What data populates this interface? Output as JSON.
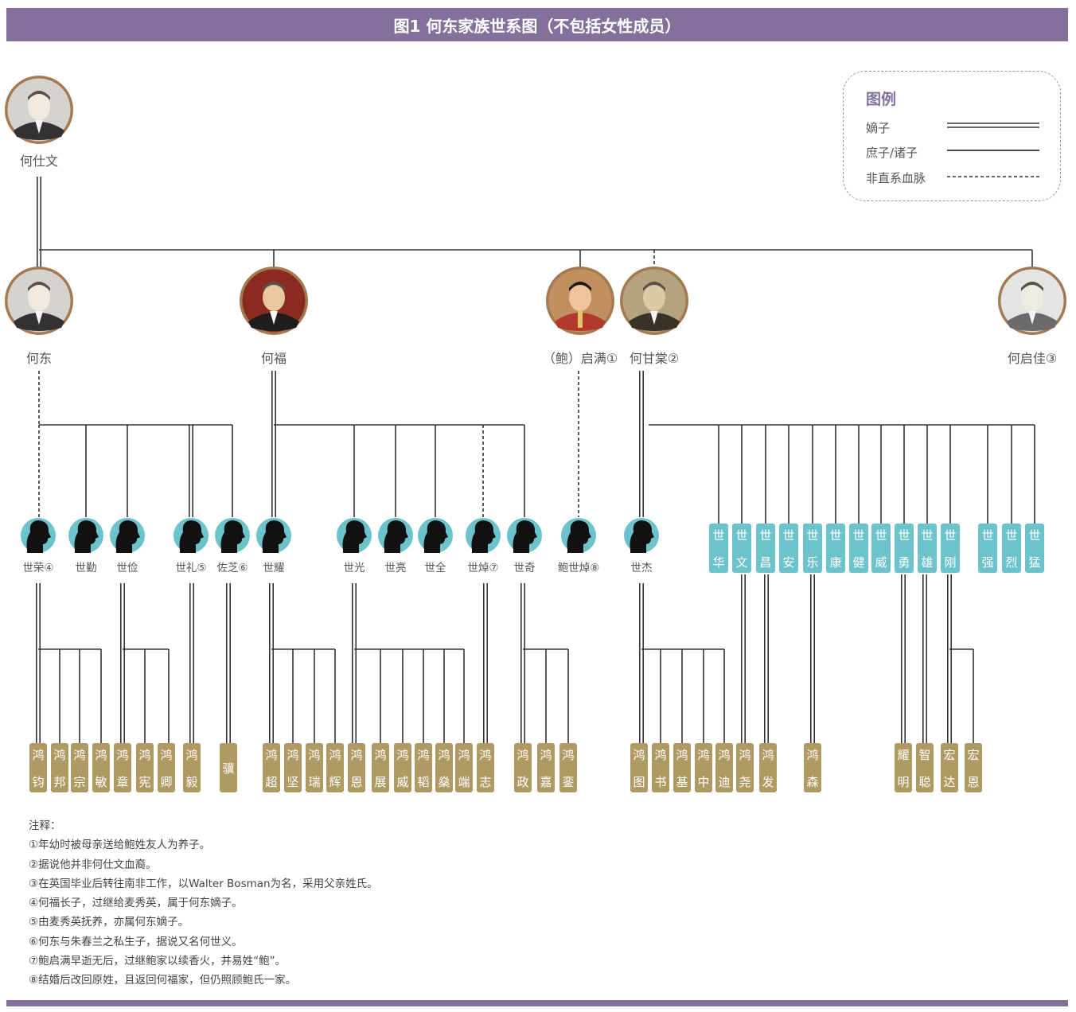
{
  "title": "图1 何东家族世系图（不包括女性成员）",
  "legend": {
    "title": "图例",
    "items": [
      {
        "label": "嫡子",
        "style": "double"
      },
      {
        "label": "庶子/诸子",
        "style": "single"
      },
      {
        "label": "非直系血脉",
        "style": "dashed"
      }
    ]
  },
  "colors": {
    "header": "#83719c",
    "teal": "#6cc3cc",
    "gold": "#b09a64",
    "brown_ring": "#a57a52",
    "line": "#333333"
  },
  "generation1": {
    "name": "何仕文",
    "photo": "photo-portrait"
  },
  "generation2": [
    {
      "name": "何东",
      "photo": "photo-portrait"
    },
    {
      "name": "何福",
      "photo": "photo-portrait"
    },
    {
      "name": "（鲍）启满①",
      "photo": "illustration-portrait"
    },
    {
      "name": "何甘棠②",
      "photo": "photo-portrait"
    },
    {
      "name": "何启佳③",
      "photo": "photo-portrait"
    }
  ],
  "generation3_silhouettes": [
    "世荣④",
    "世勤",
    "世俭",
    "世礼⑤",
    "佐芝⑥",
    "世耀",
    "世光",
    "世亮",
    "世全",
    "世焯⑦",
    "世奇",
    "鲍世焯⑧",
    "世杰"
  ],
  "generation3_boxes": [
    "世华",
    "世文",
    "世昌",
    "世安",
    "世乐",
    "世康",
    "世健",
    "世威",
    "世勇",
    "世雄",
    "世刚",
    "世强",
    "世烈",
    "世猛"
  ],
  "generation4": [
    "鸿钧",
    "鸿邦",
    "鸿宗",
    "鸿敏",
    "鸿章",
    "鸿宪",
    "鸿卿",
    "鸿毅",
    "骥",
    "鸿超",
    "鸿坚",
    "鸿瑞",
    "鸿辉",
    "鸿恩",
    "鸿展",
    "鸿威",
    "鸿韬",
    "鸿燊",
    "鸿端",
    "鸿志",
    "鸿政",
    "鸿嘉",
    "鸿銮",
    "鸿图",
    "鸿书",
    "鸿基",
    "鸿中",
    "鸿迪",
    "鸿尧",
    "鸿发",
    "鸿森",
    "耀明",
    "智聪",
    "宏达",
    "宏恩"
  ],
  "notes": {
    "title": "注释：",
    "items": [
      "①年幼时被母亲送给鲍姓友人为养子。",
      "②据说他并非何仕文血裔。",
      "③在英国毕业后转往南非工作，以Walter Bosman为名，采用父亲姓氏。",
      "④何福长子，过继给麦秀英，属于何东嫡子。",
      "⑤由麦秀英抚养，亦属何东嫡子。",
      "⑥何东与朱春兰之私生子，据说又名何世义。",
      "⑦鲍启满早逝无后，过继鲍家以续香火，并易姓“鲍”。",
      "⑧结婚后改回原姓，且返回何福家，但仍照顾鲍氏一家。"
    ]
  }
}
